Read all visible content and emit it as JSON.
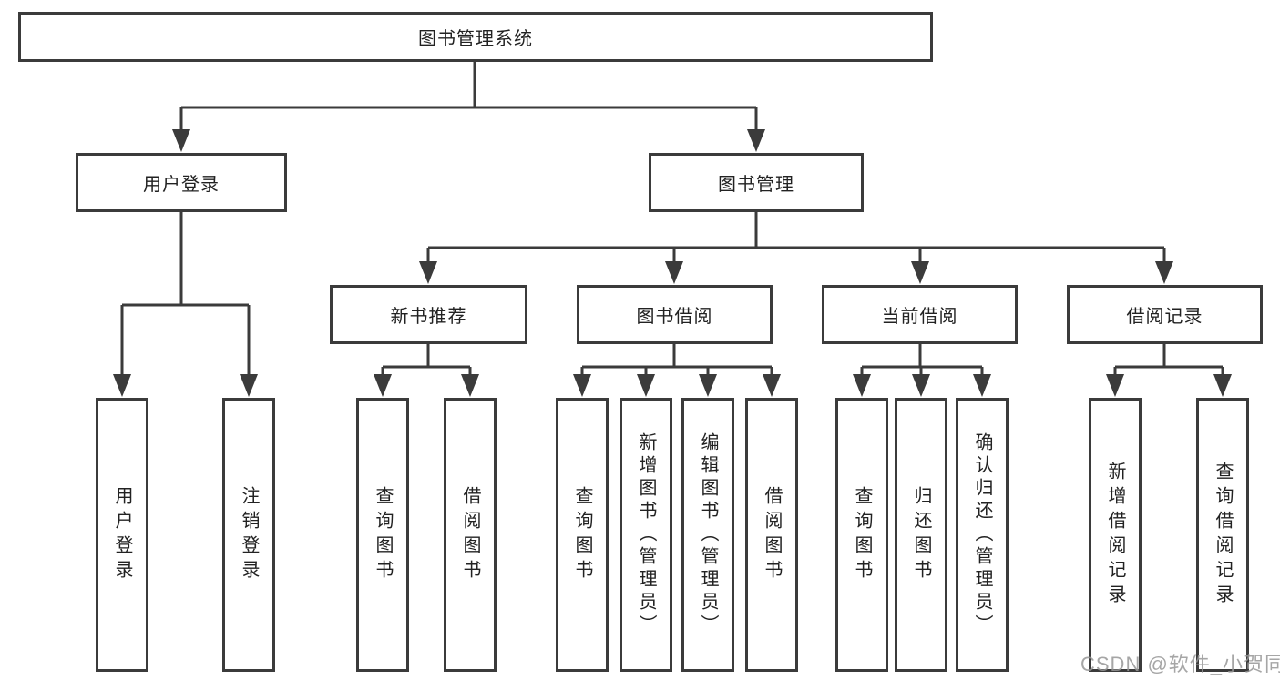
{
  "diagram": {
    "title_node": "图书管理系统",
    "level2": {
      "user_login": "用户登录",
      "book_mgmt": "图书管理"
    },
    "level3": {
      "new_book_rec": "新书推荐",
      "book_borrow": "图书借阅",
      "current_borrow": "当前借阅",
      "borrow_record": "借阅记录"
    },
    "leaves": {
      "user_login": "用户登录",
      "logout": "注销登录",
      "nb_query_book": "查询图书",
      "nb_borrow_book": "借阅图书",
      "bb_query_book": "查询图书",
      "bb_add_book_admin": "新增图书（管理员）",
      "bb_edit_book_admin": "编辑图书（管理员）",
      "bb_borrow_book": "借阅图书",
      "cb_query_book": "查询图书",
      "cb_return_book": "归还图书",
      "cb_confirm_return_admin": "确认归还（管理员）",
      "br_add_record": "新增借阅记录",
      "br_query_record": "查询借阅记录"
    }
  },
  "watermark": "CSDN @软件_小贺同学",
  "colors": {
    "line": "#3b3b3b",
    "box_border": "#3b3b3b",
    "box_fill": "#ffffff",
    "text": "#222222",
    "watermark": "#969696"
  }
}
